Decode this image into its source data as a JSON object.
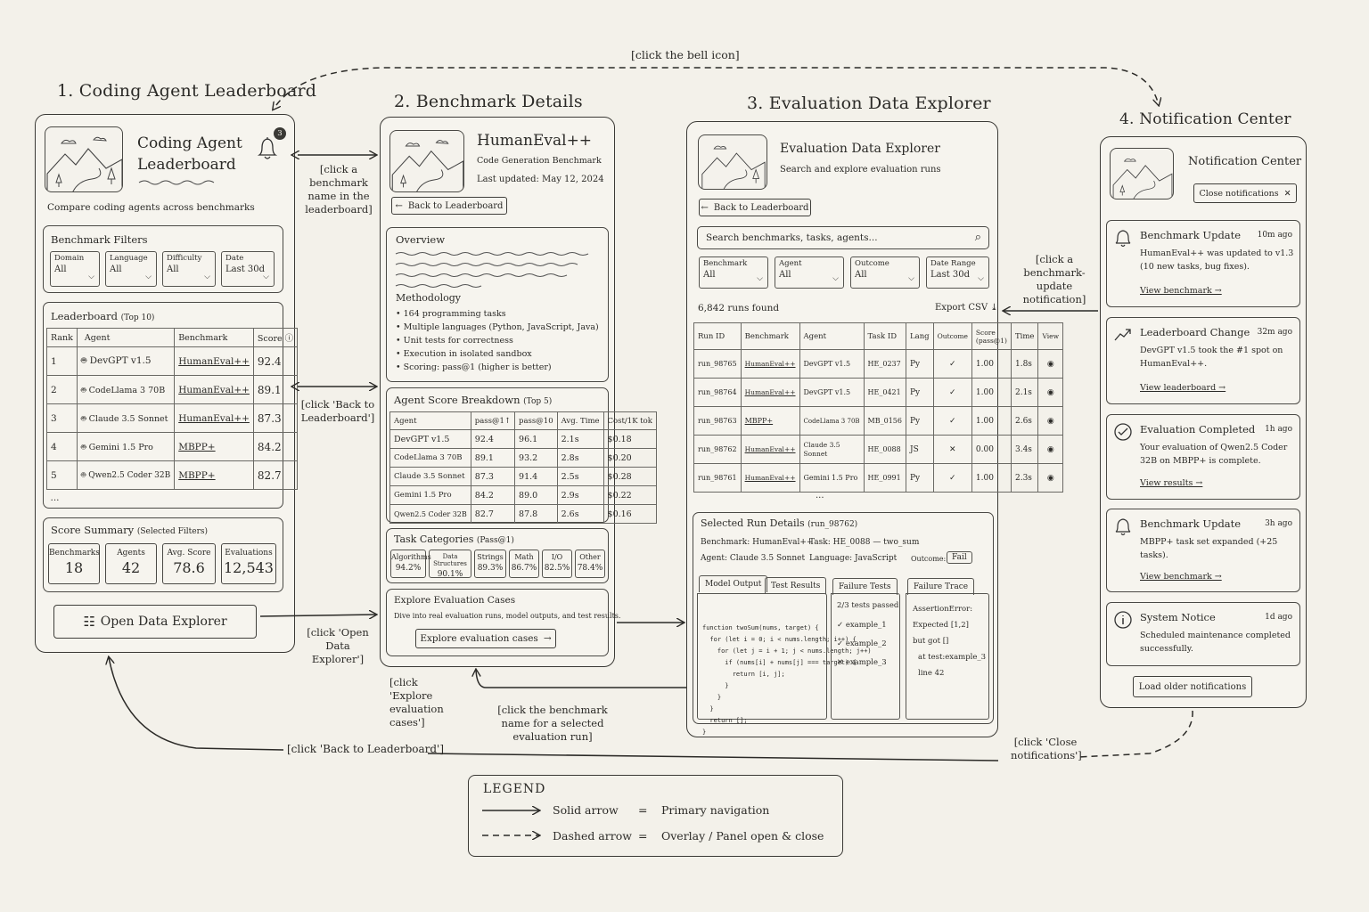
{
  "sections": {
    "s1": "1. Coding Agent Leaderboard",
    "s2": "2. Benchmark Details",
    "s3": "3. Evaluation Data Explorer",
    "s4": "4. Notification Center"
  },
  "leaderboard": {
    "title_line1": "Coding Agent",
    "title_line2": "Leaderboard",
    "bell_count": "3",
    "subtitle": "Compare coding agents across benchmarks",
    "filters_title": "Benchmark Filters",
    "filters": [
      {
        "label": "Domain",
        "value": "All"
      },
      {
        "label": "Language",
        "value": "All"
      },
      {
        "label": "Difficulty",
        "value": "All"
      },
      {
        "label": "Date",
        "value": "Last 30d"
      }
    ],
    "board_title": "Leaderboard",
    "board_sub": "(Top 10)",
    "columns": {
      "rank": "Rank",
      "agent": "Agent",
      "benchmark": "Benchmark",
      "score": "Score"
    },
    "rows": [
      {
        "rank": "1",
        "agent": "DevGPT v1.5",
        "benchmark": "HumanEval++",
        "score": "92.4"
      },
      {
        "rank": "2",
        "agent": "CodeLlama 3 70B",
        "benchmark": "HumanEval++",
        "score": "89.1"
      },
      {
        "rank": "3",
        "agent": "Claude 3.5 Sonnet",
        "benchmark": "HumanEval++",
        "score": "87.3"
      },
      {
        "rank": "4",
        "agent": "Gemini 1.5 Pro",
        "benchmark": "MBPP+",
        "score": "84.2"
      },
      {
        "rank": "5",
        "agent": "Qwen2.5 Coder 32B",
        "benchmark": "MBPP+",
        "score": "82.7"
      }
    ],
    "ellipsis": "...",
    "summary_title": "Score Summary",
    "summary_sub": "(Selected Filters)",
    "stats": [
      {
        "label": "Benchmarks",
        "value": "18"
      },
      {
        "label": "Agents",
        "value": "42"
      },
      {
        "label": "Avg. Score",
        "value": "78.6"
      },
      {
        "label": "Evaluations",
        "value": "12,543"
      }
    ],
    "open_explorer": "Open Data Explorer"
  },
  "benchmark": {
    "title": "HumanEval++",
    "subtitle": "Code Generation Benchmark",
    "updated": "Last updated: May 12, 2024",
    "back": "Back to Leaderboard",
    "overview_title": "Overview",
    "methodology_title": "Methodology",
    "methodology": [
      "164 programming tasks",
      "Multiple languages (Python, JavaScript, Java)",
      "Unit tests for correctness",
      "Execution in isolated sandbox",
      "Scoring: pass@1 (higher is better)"
    ],
    "breakdown_title": "Agent Score Breakdown",
    "breakdown_sub": "(Top 5)",
    "breakdown_cols": [
      "Agent",
      "pass@1↑",
      "pass@10",
      "Avg. Time",
      "Cost/1K tok"
    ],
    "breakdown_rows": [
      [
        "DevGPT v1.5",
        "92.4",
        "96.1",
        "2.1s",
        "$0.18"
      ],
      [
        "CodeLlama 3 70B",
        "89.1",
        "93.2",
        "2.8s",
        "$0.20"
      ],
      [
        "Claude 3.5 Sonnet",
        "87.3",
        "91.4",
        "2.5s",
        "$0.28"
      ],
      [
        "Gemini 1.5 Pro",
        "84.2",
        "89.0",
        "2.9s",
        "$0.22"
      ],
      [
        "Qwen2.5 Coder 32B",
        "82.7",
        "87.8",
        "2.6s",
        "$0.16"
      ]
    ],
    "categories_title": "Task Categories",
    "categories_sub": "(Pass@1)",
    "categories": [
      {
        "name": "Algorithms",
        "value": "94.2%"
      },
      {
        "name": "Data Structures",
        "value": "90.1%"
      },
      {
        "name": "Strings",
        "value": "89.3%"
      },
      {
        "name": "Math",
        "value": "86.7%"
      },
      {
        "name": "I/O",
        "value": "82.5%"
      },
      {
        "name": "Other",
        "value": "78.4%"
      }
    ],
    "explore_title": "Explore Evaluation Cases",
    "explore_desc": "Dive into real evaluation runs, model outputs, and test results.",
    "explore_button": "Explore evaluation cases"
  },
  "explorer": {
    "title": "Evaluation Data Explorer",
    "subtitle": "Search and explore evaluation runs",
    "back": "Back to Leaderboard",
    "search_placeholder": "Search benchmarks, tasks, agents...",
    "filters": [
      {
        "label": "Benchmark",
        "value": "All"
      },
      {
        "label": "Agent",
        "value": "All"
      },
      {
        "label": "Outcome",
        "value": "All"
      },
      {
        "label": "Date Range",
        "value": "Last 30d"
      }
    ],
    "runs_found": "6,842 runs found",
    "export": "Export CSV",
    "cols": [
      "Run ID",
      "Benchmark",
      "Agent",
      "Task ID",
      "Lang",
      "Outcome",
      "Score (pass@1)",
      "Time",
      "View"
    ],
    "rows": [
      [
        "run_98765",
        "HumanEval++",
        "DevGPT v1.5",
        "HE_0237",
        "Py",
        "✓",
        "1.00",
        "1.8s"
      ],
      [
        "run_98764",
        "HumanEval++",
        "DevGPT v1.5",
        "HE_0421",
        "Py",
        "✓",
        "1.00",
        "2.1s"
      ],
      [
        "run_98763",
        "MBPP+",
        "CodeLlama 3 70B",
        "MB_0156",
        "Py",
        "✓",
        "1.00",
        "2.6s"
      ],
      [
        "run_98762",
        "HumanEval++",
        "Claude 3.5 Sonnet",
        "HE_0088",
        "JS",
        "✕",
        "0.00",
        "3.4s"
      ],
      [
        "run_98761",
        "HumanEval++",
        "Gemini 1.5 Pro",
        "HE_0991",
        "Py",
        "✓",
        "1.00",
        "2.3s"
      ]
    ],
    "more": "...",
    "details_title": "Selected Run Details",
    "details_run": "(run_98762)",
    "d_benchmark": "Benchmark: HumanEval++",
    "d_task": "Task:  HE_0088 — two_sum",
    "d_agent": "Agent:  Claude 3.5 Sonnet",
    "d_language": "Language:  JavaScript",
    "d_outcome_label": "Outcome:",
    "d_outcome": "Fail",
    "tab_output": "Model Output",
    "tab_tests": "Test Results",
    "tab_failure_tests": "Failure Tests",
    "tab_trace": "Failure Trace",
    "code": [
      "function twoSum(nums, target) {",
      "  for (let i = 0; i < nums.length; i++) {",
      "    for (let j = i + 1; j < nums.length; j++)",
      "      if (nums[i] + nums[j] === target) {",
      "        return [i, j];",
      "      }",
      "    }",
      "  }",
      "  return [];",
      "}"
    ],
    "tests_summary": "2/3 tests passed",
    "tests": [
      {
        "mark": "✓",
        "name": "example_1"
      },
      {
        "mark": "✓",
        "name": "example_2"
      },
      {
        "mark": "✕",
        "name": "example_3"
      }
    ],
    "trace": [
      "AssertionError:",
      "Expected [1,2]",
      "but got []",
      "at test:example_3",
      "line 42"
    ]
  },
  "notifications": {
    "title": "Notification Center",
    "close": "Close notifications",
    "items": [
      {
        "icon": "bell-icon",
        "title": "Benchmark Update",
        "time": "10m ago",
        "body": "HumanEval++ was updated to v1.3 (10 new tasks, bug fixes).",
        "link": "View benchmark →"
      },
      {
        "icon": "trend-icon",
        "title": "Leaderboard Change",
        "time": "32m ago",
        "body": "DevGPT v1.5 took the #1 spot on HumanEval++.",
        "link": "View leaderboard →"
      },
      {
        "icon": "check-circle-icon",
        "title": "Evaluation Completed",
        "time": "1h ago",
        "body": "Your evaluation of Qwen2.5 Coder 32B on MBPP+ is complete.",
        "link": "View results →"
      },
      {
        "icon": "bell-icon",
        "title": "Benchmark Update",
        "time": "3h ago",
        "body": "MBPP+ task set expanded (+25 tasks).",
        "link": "View benchmark →"
      },
      {
        "icon": "info-icon",
        "title": "System Notice",
        "time": "1d ago",
        "body": "Scheduled maintenance completed successfully.",
        "link": ""
      }
    ],
    "load_older": "Load older notifications"
  },
  "annotations": {
    "bell": "[click the bell icon]",
    "bench_name": "[click a benchmark name in the leaderboard]",
    "back_lb": "[click 'Back to Leaderboard']",
    "open_explorer": "[click 'Open Data Explorer']",
    "explore_cases": "[click 'Explore evaluation cases']",
    "bench_for_run": "[click the benchmark name for a selected evaluation run]",
    "bench_update": "[click a benchmark-update notification]",
    "back_lb_bottom": "[click 'Back to Leaderboard']",
    "close_notif": "[click 'Close notifications']"
  },
  "legend": {
    "title": "LEGEND",
    "solid_label": "Solid arrow",
    "solid_meaning": "Primary navigation",
    "dashed_label": "Dashed arrow",
    "dashed_meaning": "Overlay / Panel open & close",
    "eq": "="
  }
}
